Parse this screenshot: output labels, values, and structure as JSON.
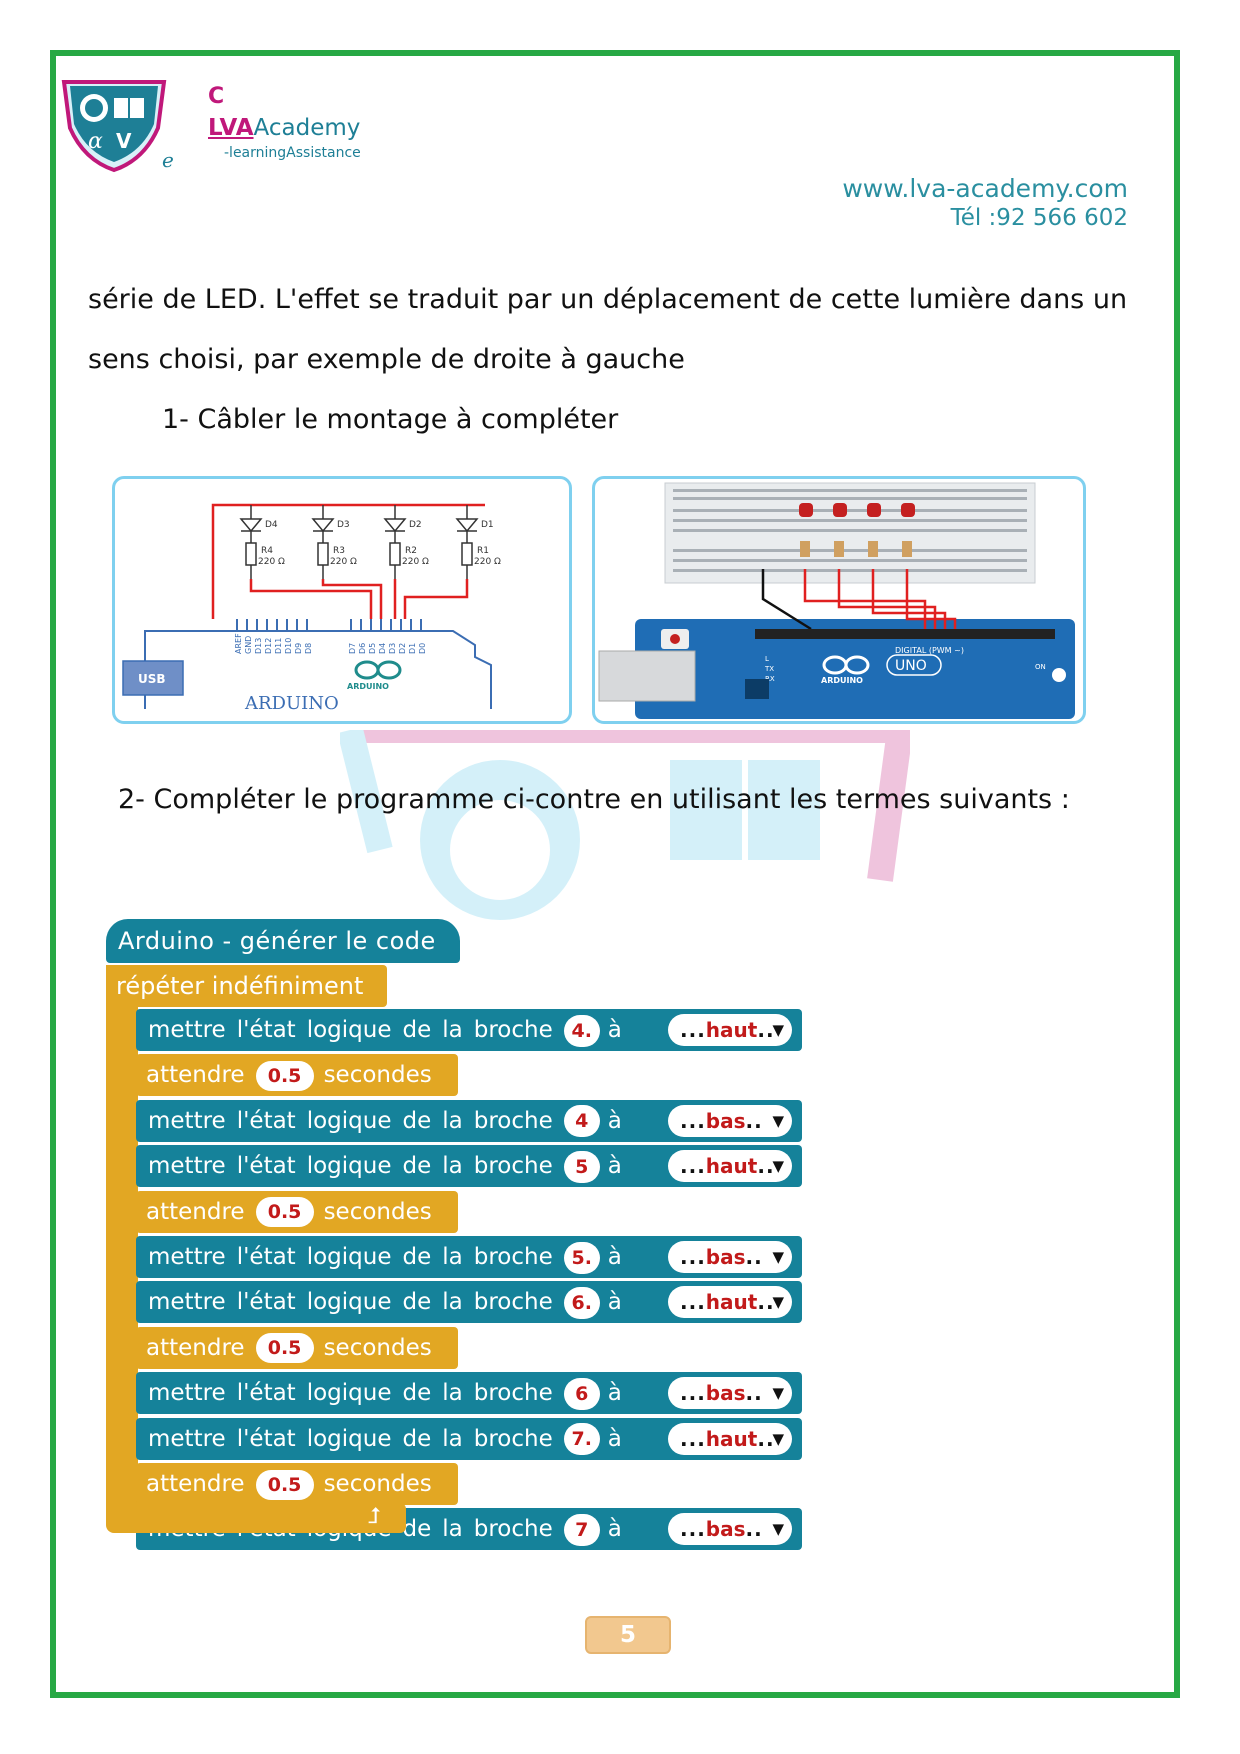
{
  "header": {
    "brand_c": "C",
    "brand_lva": "LVA",
    "brand_academy": "Academy",
    "brand_e": "e",
    "tagline": "-learningAssistance",
    "website": "www.lva-academy.com",
    "phone": "Tél :92 566 602"
  },
  "text": {
    "line1": "série de LED. L'effet se traduit par un déplacement de cette lumière dans un",
    "line2": "sens choisi, par exemple de droite à gauche",
    "step1": "1- Câbler le montage à compléter",
    "step2": "2- Compléter le programme ci-contre en utilisant les termes suivants :"
  },
  "schematic": {
    "leds": [
      "D4",
      "D3",
      "D2",
      "D1"
    ],
    "resistors": [
      "R4",
      "R3",
      "R2",
      "R1"
    ],
    "resistor_value": "220 Ω",
    "pin_labels": [
      "AREF",
      "GND",
      "D13",
      "D12",
      "D11",
      "D10",
      "D9",
      "D8",
      "D7",
      "D6",
      "D5",
      "D4",
      "D3",
      "D2",
      "D1",
      "D0"
    ],
    "usb": "USB",
    "board": "ARDUINO",
    "logo_text": "ARDUINO"
  },
  "board_photo": {
    "digital_label": "DIGITAL (PWM ~)",
    "uno": "UNO",
    "arduino": "ARDUINO",
    "tx": "TX",
    "rx": "RX",
    "on": "ON",
    "l": "L"
  },
  "program": {
    "hat": "Arduino - générer le code",
    "repeat": "répéter indéfiniment",
    "set_words": [
      "mettre",
      "l'état",
      "logique",
      "de",
      "la",
      "broche"
    ],
    "a_word": "à",
    "wait_word": "attendre",
    "seconds_word": "secondes",
    "rows": [
      {
        "kind": "set",
        "pin": "4.",
        "state": "haut"
      },
      {
        "kind": "wait",
        "value": "0.5"
      },
      {
        "kind": "set",
        "pin": "4",
        "state": "bas"
      },
      {
        "kind": "set",
        "pin": "5",
        "state": "haut"
      },
      {
        "kind": "wait",
        "value": "0.5"
      },
      {
        "kind": "set",
        "pin": "5.",
        "state": "bas"
      },
      {
        "kind": "set",
        "pin": "6.",
        "state": "haut"
      },
      {
        "kind": "wait",
        "value": "0.5"
      },
      {
        "kind": "set",
        "pin": "6",
        "state": "bas"
      },
      {
        "kind": "set",
        "pin": "7.",
        "state": "haut"
      },
      {
        "kind": "wait",
        "value": "0.5"
      },
      {
        "kind": "set",
        "pin": "7",
        "state": "bas"
      }
    ]
  },
  "footer": {
    "page_number": "5"
  },
  "colors": {
    "border": "#27a844",
    "block_teal": "#15829a",
    "block_orange": "#e2a723",
    "brand_magenta": "#c0187a",
    "brand_teal": "#1e7f96"
  }
}
